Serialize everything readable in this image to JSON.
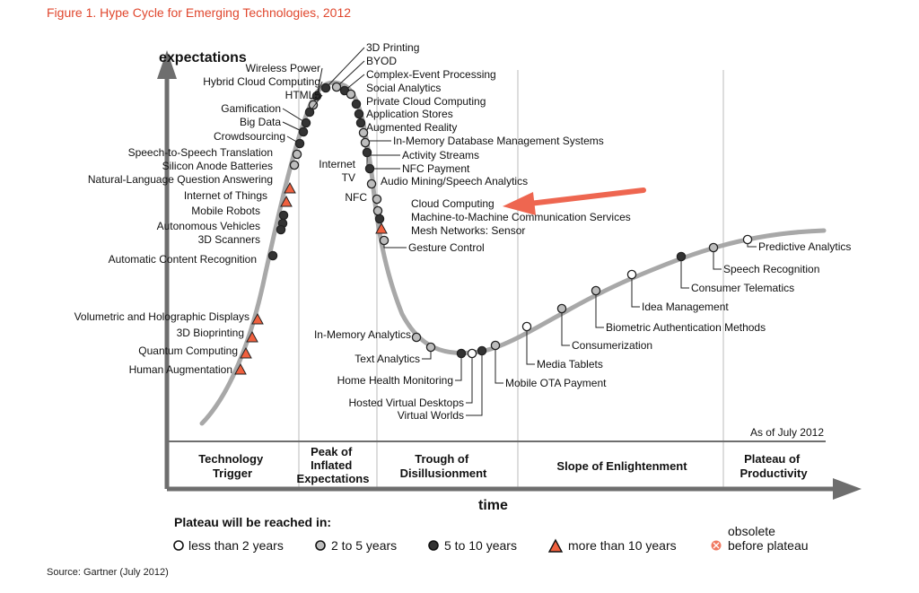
{
  "title": "Figure 1. Hype Cycle for Emerging Technologies, 2012",
  "source": "Source: Gartner (July 2012)",
  "y_axis_label": "expectations",
  "x_axis_label": "time",
  "as_of": "As of July 2012",
  "phases": [
    {
      "line1": "Technology",
      "line2": "Trigger",
      "line3": ""
    },
    {
      "line1": "Peak of",
      "line2": "Inflated",
      "line3": "Expectations"
    },
    {
      "line1": "Trough of",
      "line2": "Disillusionment",
      "line3": ""
    },
    {
      "line1": "Slope of Enlightenment",
      "line2": "",
      "line3": ""
    },
    {
      "line1": "Plateau of",
      "line2": "Productivity",
      "line3": ""
    }
  ],
  "legend": {
    "title": "Plateau will be reached in:",
    "items": [
      {
        "label": "less than 2 years",
        "marker": "circle-white"
      },
      {
        "label": "2 to 5 years",
        "marker": "circle-light-gray"
      },
      {
        "label": "5 to 10 years",
        "marker": "circle-dark"
      },
      {
        "label": "more than 10 years",
        "marker": "triangle-orange"
      },
      {
        "label_line1": "obsolete",
        "label_line2": "before plateau",
        "marker": "circle-orange-x"
      }
    ]
  },
  "colors": {
    "curve": "#a8a8a8",
    "white_marker": "#ffffff",
    "light_marker": "#bdbdbd",
    "dark_marker": "#333333",
    "triangle": "#f0603e",
    "arrow": "#ee6650",
    "title": "#e0472e"
  },
  "technologies": [
    {
      "name": "3D Printing",
      "category": "5-10"
    },
    {
      "name": "BYOD",
      "category": "2-5"
    },
    {
      "name": "Complex-Event Processing",
      "category": "5-10"
    },
    {
      "name": "Social Analytics",
      "category": "2-5"
    },
    {
      "name": "Private Cloud Computing",
      "category": "5-10"
    },
    {
      "name": "Application Stores",
      "category": "5-10"
    },
    {
      "name": "Augmented Reality",
      "category": "5-10"
    },
    {
      "name": "In-Memory Database Management Systems",
      "category": "2-5"
    },
    {
      "name": "Activity Streams",
      "category": "2-5"
    },
    {
      "name": "NFC Payment",
      "category": "5-10"
    },
    {
      "name": "Audio Mining/Speech Analytics",
      "category": "2-5"
    },
    {
      "name": "Cloud Computing",
      "category": "2-5"
    },
    {
      "name": "Machine-to-Machine Communication Services",
      "category": "5-10"
    },
    {
      "name": "Mesh Networks: Sensor",
      "category": ">10"
    },
    {
      "name": "Gesture Control",
      "category": "2-5"
    },
    {
      "name": "Internet TV",
      "category": "5-10"
    },
    {
      "name": "NFC",
      "category": "2-5"
    },
    {
      "name": "Wireless Power",
      "category": "5-10"
    },
    {
      "name": "Hybrid Cloud Computing",
      "category": "2-5"
    },
    {
      "name": "HTML5",
      "category": "5-10"
    },
    {
      "name": "Gamification",
      "category": "5-10"
    },
    {
      "name": "Big Data",
      "category": "5-10"
    },
    {
      "name": "Crowdsourcing",
      "category": "5-10"
    },
    {
      "name": "Speech-to-Speech Translation",
      "category": "2-5"
    },
    {
      "name": "Silicon Anode Batteries",
      "category": "2-5"
    },
    {
      "name": "Natural-Language Question Answering",
      "category": ">10"
    },
    {
      "name": "Internet of Things",
      "category": ">10"
    },
    {
      "name": "Mobile Robots",
      "category": "5-10"
    },
    {
      "name": "Autonomous Vehicles",
      "category": "5-10"
    },
    {
      "name": "3D Scanners",
      "category": "5-10"
    },
    {
      "name": "Automatic Content Recognition",
      "category": "5-10"
    },
    {
      "name": "Volumetric and Holographic Displays",
      "category": ">10"
    },
    {
      "name": "3D Bioprinting",
      "category": ">10"
    },
    {
      "name": "Quantum Computing",
      "category": ">10"
    },
    {
      "name": "Human Augmentation",
      "category": ">10"
    },
    {
      "name": "In-Memory Analytics",
      "category": "2-5"
    },
    {
      "name": "Text Analytics",
      "category": "2-5"
    },
    {
      "name": "Home Health Monitoring",
      "category": "5-10"
    },
    {
      "name": "Hosted Virtual Desktops",
      "category": "<2"
    },
    {
      "name": "Virtual Worlds",
      "category": "5-10"
    },
    {
      "name": "Mobile OTA Payment",
      "category": "2-5"
    },
    {
      "name": "Media Tablets",
      "category": "<2"
    },
    {
      "name": "Consumerization",
      "category": "2-5"
    },
    {
      "name": "Biometric Authentication Methods",
      "category": "2-5"
    },
    {
      "name": "Idea Management",
      "category": "<2"
    },
    {
      "name": "Consumer Telematics",
      "category": "5-10"
    },
    {
      "name": "Speech Recognition",
      "category": "2-5"
    },
    {
      "name": "Predictive Analytics",
      "category": "<2"
    }
  ]
}
